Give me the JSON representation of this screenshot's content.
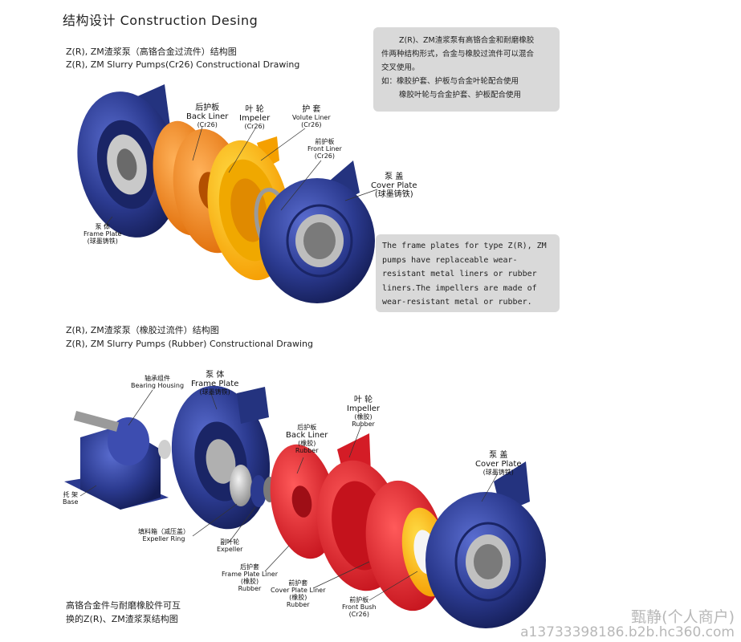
{
  "title": "结构设计 Construction Desing",
  "section1": {
    "caption_cn": "Z(R), ZM渣浆泵（高铬合金过流件）结构图",
    "caption_en": "Z(R), ZM Slurry Pumps(Cr26) Constructional Drawing",
    "labels": {
      "back_liner": [
        "后护板",
        "Back Liner",
        "(Cr26)"
      ],
      "impeller": [
        "叶  轮",
        "Impeler",
        "(Cr26)"
      ],
      "volute_liner": [
        "护  套",
        "Volute Liner",
        "(Cr26)"
      ],
      "front_liner": [
        "前护板",
        "Front Liner",
        "(Cr26)"
      ],
      "cover_plate": [
        "泵  盖",
        "Cover Plate",
        "(球墨铸铁)"
      ],
      "frame_plate": [
        "泵  体",
        "Frame Plate",
        "(球墨铸铁)"
      ]
    }
  },
  "note1": {
    "lines": [
      "Z(R)、ZM渣浆泵有高铬合金和耐磨橡胶",
      "件两种结构形式，合金与橡胶过流件可以混合",
      "交叉使用。",
      "如：橡胶护套、护板与合金叶轮配合使用",
      "橡胶叶轮与合金护套、护板配合使用"
    ]
  },
  "note2": {
    "text": "The frame plates for type Z(R), ZM pumps have replaceable wear-resistant metal liners or rubber liners.The impellers are made of wear-resistant metal or rubber."
  },
  "section2": {
    "caption_cn": "Z(R), ZM渣浆泵（橡胶过流件）结构图",
    "caption_en": "Z(R), ZM Slurry Pumps (Rubber) Constructional Drawing",
    "labels": {
      "bearing_housing": [
        "轴承组件",
        "Bearing Housing"
      ],
      "frame_plate": [
        "泵  体",
        "Frame Plate",
        "(球墨铸铁)"
      ],
      "back_liner": [
        "后护板",
        "Back Liner",
        "(橡胶)",
        "Rubber"
      ],
      "impeller": [
        "叶  轮",
        "Impeller",
        "(橡胶)",
        "Rubber"
      ],
      "cover_plate": [
        "泵  盖",
        "Cover Plate",
        "(球墨铸铁)"
      ],
      "base": [
        "托  架",
        "Base"
      ],
      "expeller_ring": [
        "填料箱（减压盖）",
        "Expeller  Ring"
      ],
      "expeller": [
        "副叶轮",
        "Expeller"
      ],
      "frame_plate_liner": [
        "后护套",
        "Frame Plate Liner",
        "(橡胶)",
        "Rubber"
      ],
      "cover_plate_liner": [
        "前护套",
        "Cover Plate Liner",
        "(橡胶)",
        "Rubber"
      ],
      "front_bush": [
        "前护板",
        "Front Bush",
        "(Cr26)"
      ]
    }
  },
  "bottom_caption": [
    "高铬合金件与耐磨橡胶件可互",
    "换的Z(R)、ZM渣浆泵结构图"
  ],
  "watermark": {
    "line1": "甄静(个人商户)",
    "line2": "a13733398186.b2b.hc360.com"
  },
  "colors": {
    "pump_blue": "#2b3a8f",
    "liner_orange": "#f08a1c",
    "impeller_yellow": "#f5c400",
    "rubber_red": "#e0202a",
    "note_gray": "#d9d9d9"
  }
}
